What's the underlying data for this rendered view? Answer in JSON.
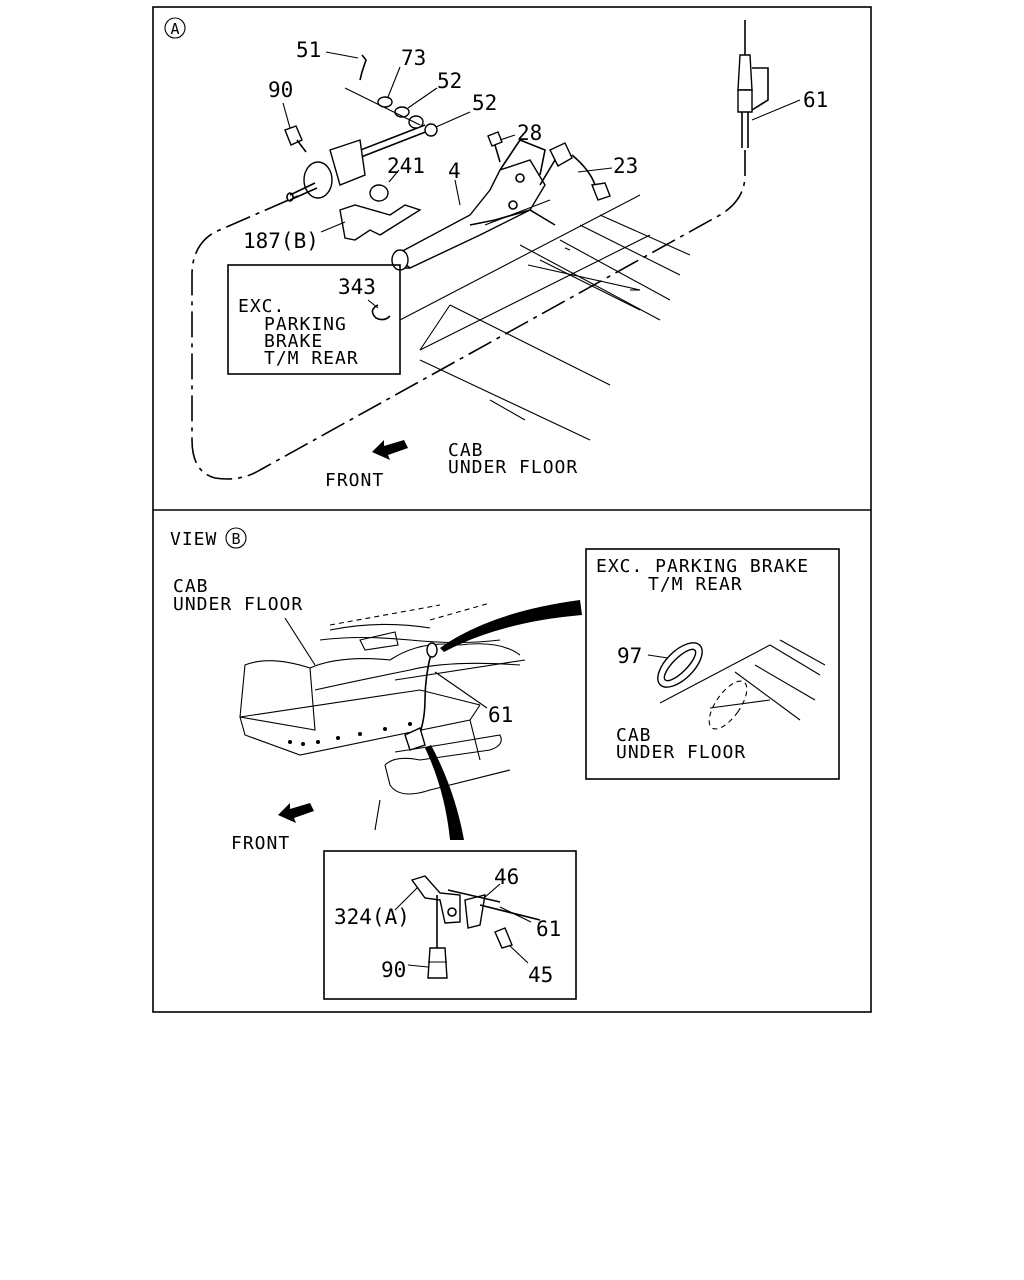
{
  "panel_a": {
    "circle_letter": "A",
    "callouts": {
      "p51": "51",
      "p73": "73",
      "p52a": "52",
      "p52b": "52",
      "p90": "90",
      "p28": "28",
      "p61": "61",
      "p23": "23",
      "p241": "241",
      "p4": "4",
      "p187b": "187(B)",
      "p343": "343"
    },
    "exc_box": [
      "EXC.",
      "PARKING",
      "BRAKE",
      "T/M REAR"
    ],
    "cab_under_floor": [
      "CAB",
      "UNDER FLOOR"
    ],
    "front": "FRONT"
  },
  "panel_b": {
    "view_label": "VIEW",
    "circle_letter": "B",
    "cab_under_floor": [
      "CAB",
      "UNDER FLOOR"
    ],
    "p61": "61",
    "front": "FRONT",
    "inset_exc": {
      "lines": [
        "EXC. PARKING BRAKE",
        "T/M REAR"
      ],
      "p97": "97",
      "cab_under_floor": [
        "CAB",
        "UNDER FLOOR"
      ]
    },
    "inset_bracket": {
      "p46": "46",
      "p324a": "324(A)",
      "p61": "61",
      "p90": "90",
      "p45": "45"
    }
  }
}
